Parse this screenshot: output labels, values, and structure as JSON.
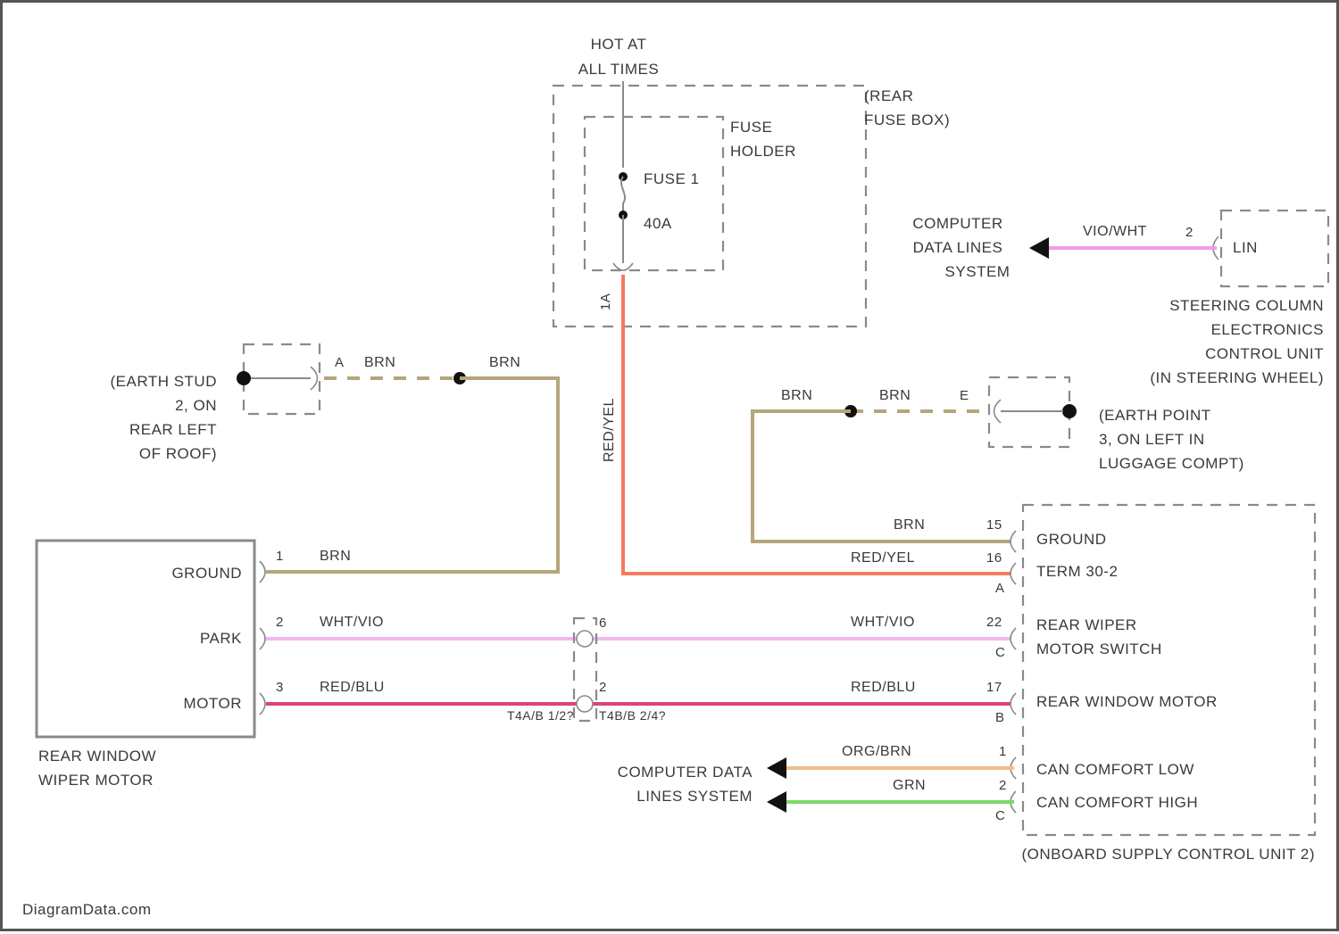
{
  "colors": {
    "brown": "#b5a57a",
    "red_yellow": "#f47a5e",
    "white_violet": "#f2b6ee",
    "red_blue": "#d9457a",
    "orange_brown": "#efbd8a",
    "green": "#7cd96b",
    "violet_white": "#ee9ee8"
  },
  "power": {
    "hot_line1": "HOT AT",
    "hot_line2": "ALL TIMES"
  },
  "rear_fuse_box": {
    "label_line1": "(REAR",
    "label_line2": "FUSE BOX)",
    "pin": "1A"
  },
  "fuse_holder": {
    "label_line1": "FUSE",
    "label_line2": "HOLDER",
    "fuse_name": "FUSE 1",
    "fuse_rating": "40A"
  },
  "computer_data_top": {
    "line1": "COMPUTER",
    "line2": "DATA LINES",
    "line3": "SYSTEM",
    "wire_color": "VIO/WHT",
    "pin": "2",
    "terminal": "LIN"
  },
  "steering_column_unit": {
    "line1": "STEERING COLUMN",
    "line2": "ELECTRONICS",
    "line3": "CONTROL UNIT",
    "line4": "(IN STEERING WHEEL)"
  },
  "earth_stud": {
    "line1": "(EARTH STUD",
    "line2": "2, ON",
    "line3": "REAR LEFT",
    "line4": "OF ROOF)",
    "pin": "A",
    "wire1": "BRN",
    "wire2": "BRN"
  },
  "earth_point": {
    "line1": "(EARTH POINT",
    "line2": "3, ON LEFT IN",
    "line3": "LUGGAGE COMPT)",
    "pin": "E",
    "wire1": "BRN",
    "wire2": "BRN"
  },
  "vertical_wire_label": "RED/YEL",
  "wiper_motor": {
    "ground_label": "GROUND",
    "park_label": "PARK",
    "motor_label": "MOTOR",
    "name_line1": "REAR WINDOW",
    "name_line2": "WIPER MOTOR",
    "pin_ground": "1",
    "pin_park": "2",
    "pin_motor": "3",
    "wire_ground": "BRN",
    "wire_park": "WHT/VIO",
    "wire_motor": "RED/BLU"
  },
  "in_line_connector": {
    "pin_park": "6",
    "pin_motor": "2",
    "label_left": "T4A/B 1/2?",
    "label_right": "T4B/B 2/4?"
  },
  "onboard_unit": {
    "name": "(ONBOARD SUPPLY CONTROL UNIT 2)",
    "ground_label": "GROUND",
    "term_label": "TERM 30-2",
    "switch_line1": "REAR WIPER",
    "switch_line2": "MOTOR SWITCH",
    "motor_label": "REAR WINDOW MOTOR",
    "can_low_label": "CAN COMFORT LOW",
    "can_high_label": "CAN COMFORT HIGH",
    "pin_ground": "15",
    "pin_term": "16",
    "pin_term_sub": "A",
    "pin_switch": "22",
    "pin_switch_sub": "C",
    "pin_motor": "17",
    "pin_motor_sub": "B",
    "pin_can_low": "1",
    "pin_can_high": "2",
    "pin_can_sub": "C",
    "wire_ground": "BRN",
    "wire_term": "RED/YEL",
    "wire_switch": "WHT/VIO",
    "wire_motor": "RED/BLU",
    "wire_can_low": "ORG/BRN",
    "wire_can_high": "GRN"
  },
  "computer_data_bottom": {
    "line1": "COMPUTER DATA",
    "line2": "LINES SYSTEM"
  },
  "watermark": "DiagramData.com"
}
